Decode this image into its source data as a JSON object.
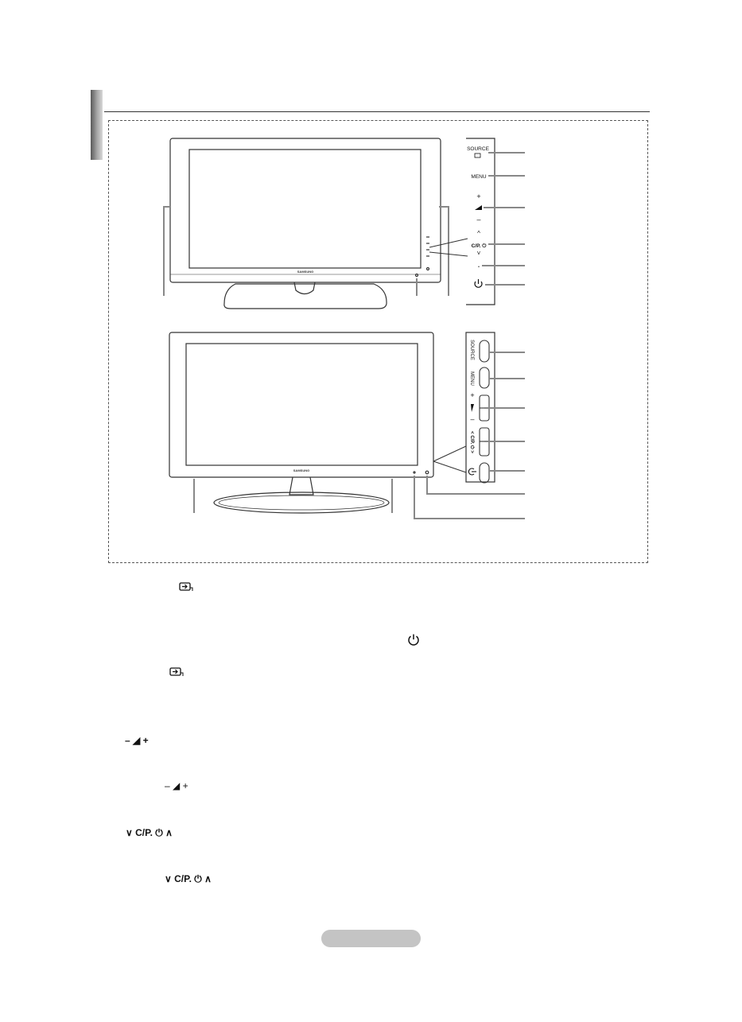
{
  "brand": "SAMSUNG",
  "panel1": {
    "source_label": "SOURCE",
    "menu_label": "MENU",
    "plus": "+",
    "minus": "–",
    "up": "^",
    "channel_label": "C/P. ⏻",
    "down": "˅",
    "dot": "•"
  },
  "panel2": {
    "source_label": "SOURCE",
    "menu_label": "MENU",
    "plus": "+",
    "minus": "–",
    "channel_label": "< C/P. ⏻ >"
  },
  "glyphs": {
    "vol_bold": "–  ◢ +",
    "vol_thin": "–  ◢  +",
    "ch_bold": "∨ C/P. ⏻ ∧",
    "ch_thin": "∨ C/P. ⏻ ∧"
  },
  "colors": {
    "line": "#333333",
    "bar_dark": "#5a5a5a",
    "pill": "#c4c4c4"
  }
}
